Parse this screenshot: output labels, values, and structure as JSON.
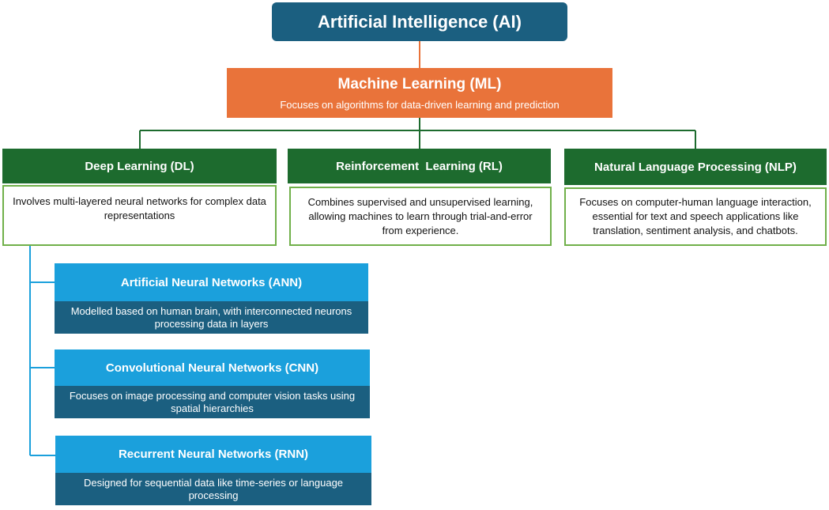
{
  "ai": {
    "title": "Artificial Intelligence (AI)"
  },
  "ml": {
    "title": "Machine Learning (ML)",
    "desc": "Focuses on algorithms for data-driven learning and prediction"
  },
  "branches": {
    "dl": {
      "title": "Deep Learning (DL)",
      "desc": "Involves multi-layered neural networks for complex data representations"
    },
    "rl": {
      "title": "Reinforcement  Learning (RL)",
      "desc": "Combines supervised and unsupervised learning, allowing machines to learn through trial-and-error from experience."
    },
    "nlp": {
      "title": "Natural Language Processing (NLP)",
      "desc": "Focuses on computer-human language interaction, essential for text and speech applications like translation, sentiment analysis, and chatbots."
    }
  },
  "dl_children": {
    "ann": {
      "title": "Artificial Neural Networks (ANN)",
      "desc": "Modelled based on human brain, with interconnected neurons processing data in layers"
    },
    "cnn": {
      "title": "Convolutional Neural Networks (CNN)",
      "desc": "Focuses on image processing and computer vision tasks using spatial hierarchies"
    },
    "rnn": {
      "title": "Recurrent Neural Networks (RNN)",
      "desc": "Designed for sequential data like time-series or language processing"
    }
  },
  "colors": {
    "ai": "#1b5f80",
    "ml": "#e9733a",
    "green_head": "#1d6b2e",
    "green_border": "#70b04a",
    "blue_head": "#1ba0dc",
    "blue_body": "#1b5f80",
    "orange_line": "#e9733a",
    "blue_line": "#1ba0dc"
  }
}
